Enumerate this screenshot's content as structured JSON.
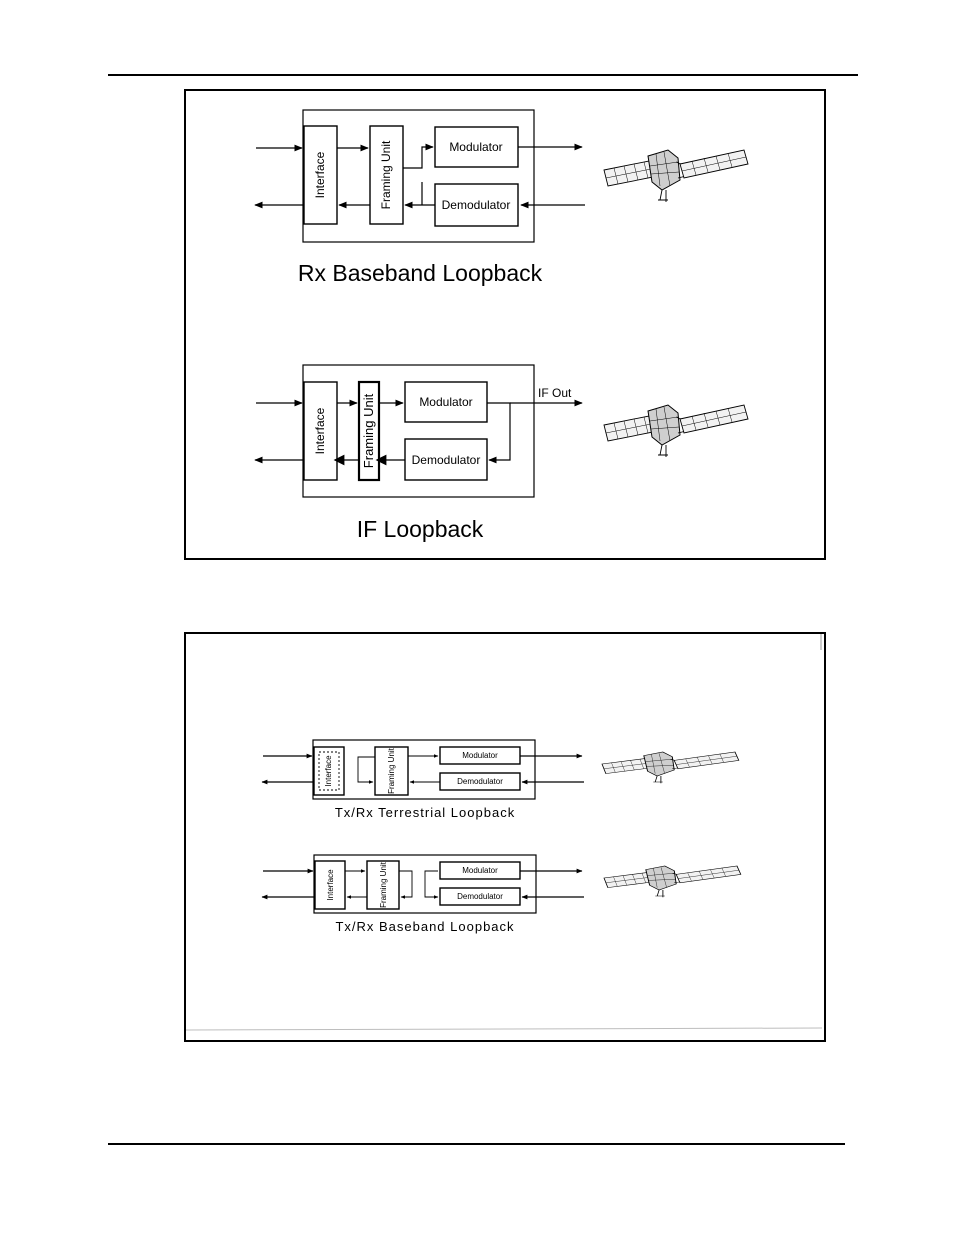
{
  "figures": {
    "top": {
      "diagram1": {
        "blocks": {
          "interface": "Interface",
          "framing": "Framing Unit",
          "modulator": "Modulator",
          "demodulator": "Demodulator"
        },
        "caption": "Rx Baseband Loopback"
      },
      "diagram2": {
        "blocks": {
          "interface": "Interface",
          "framing": "Framing Unit",
          "modulator": "Modulator",
          "demodulator": "Demodulator"
        },
        "if_out_label": "IF Out",
        "caption": "IF Loopback"
      }
    },
    "bottom": {
      "diagram1": {
        "blocks": {
          "interface": "Interface",
          "framing": "Framing Unit",
          "modulator": "Modulator",
          "demodulator": "Demodulator"
        },
        "caption": "Tx/Rx Terrestrial Loopback"
      },
      "diagram2": {
        "blocks": {
          "interface": "Interface",
          "framing": "Framing Unit",
          "modulator": "Modulator",
          "demodulator": "Demodulator"
        },
        "caption": "Tx/Rx Baseband Loopback"
      }
    }
  },
  "icons": [
    "satellite-icon"
  ]
}
